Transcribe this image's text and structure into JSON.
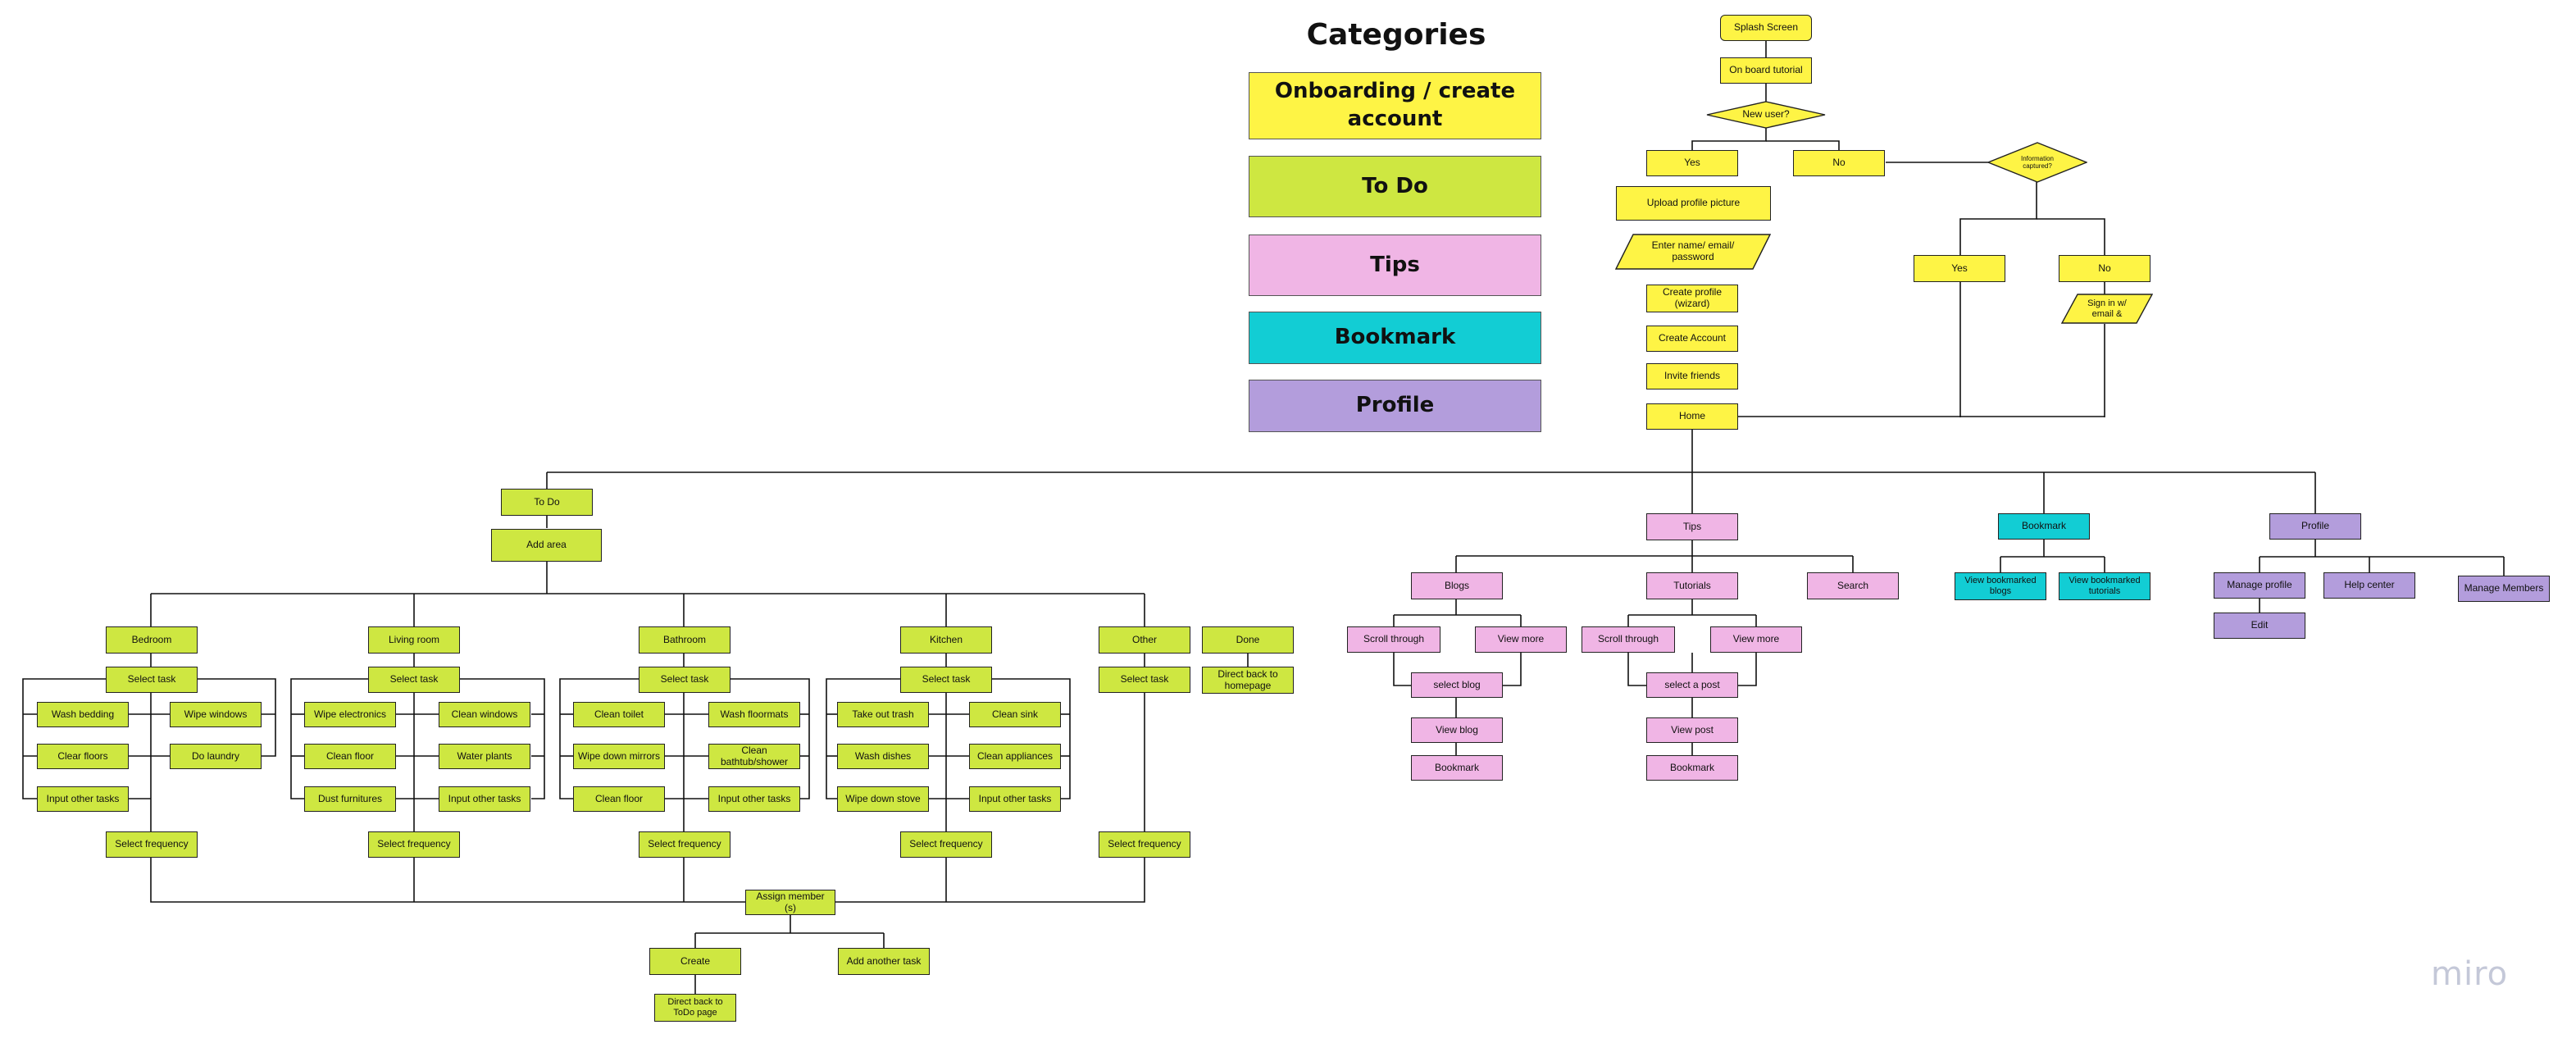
{
  "legend": {
    "title": "Categories",
    "onboarding": "Onboarding / create account",
    "todo": "To Do",
    "tips": "Tips",
    "bookmark": "Bookmark",
    "profile": "Profile"
  },
  "colors": {
    "onboarding": "#fef445",
    "todo": "#cee741",
    "tips": "#f0b5e5",
    "bookmark": "#12cdd4",
    "profile": "#b39ddc"
  },
  "onboarding": {
    "splash": "Splash Screen",
    "tutorial": "On board tutorial",
    "new_user": "New user?",
    "yes": "Yes",
    "no": "No",
    "info_captured": "Information captured?",
    "upload_picture": "Upload profile picture",
    "enter_details": "Enter name/ email/ password",
    "create_profile": "Create profile (wizard)",
    "create_account": "Create Account",
    "invite_friends": "Invite friends",
    "home": "Home",
    "info_yes": "Yes",
    "info_no": "No",
    "sign_in": "Sign in w/ email &"
  },
  "todo": {
    "root": "To Do",
    "add_area": "Add area",
    "areas": {
      "bedroom": "Bedroom",
      "living_room": "Living room",
      "bathroom": "Bathroom",
      "kitchen": "Kitchen",
      "other": "Other",
      "done": "Done"
    },
    "select_task": "Select task",
    "select_frequency": "Select frequency",
    "direct_home": "Direct back to homepage",
    "bedroom_tasks": [
      "Wash bedding",
      "Wipe windows",
      "Clear floors",
      "Do laundry",
      "Input other tasks"
    ],
    "living_tasks": [
      "Wipe electronics",
      "Clean windows",
      "Clean floor",
      "Water plants",
      "Dust furnitures",
      "Input other tasks"
    ],
    "bathroom_tasks": [
      "Clean toilet",
      "Wash floormats",
      "Wipe down mirrors",
      "Clean bathtub/shower",
      "Clean floor",
      "Input other tasks"
    ],
    "kitchen_tasks": [
      "Take out trash",
      "Clean sink",
      "Wash dishes",
      "Clean appliances",
      "Wipe down stove",
      "Input other tasks"
    ],
    "assign_member": "Assign member (s)",
    "create": "Create",
    "add_another": "Add another task",
    "direct_todo": "Direct back to ToDo page"
  },
  "tips": {
    "root": "Tips",
    "blogs": "Blogs",
    "tutorials": "Tutorials",
    "search": "Search",
    "scroll_through": "Scroll through",
    "view_more": "View more",
    "select_blog": "select  blog",
    "view_blog": "View blog",
    "select_post": "select a post",
    "view_post": "View post",
    "bookmark": "Bookmark"
  },
  "bookmark": {
    "root": "Bookmark",
    "view_blogs": "View bookmarked blogs",
    "view_tutorials": "View bookmarked tutorials"
  },
  "profile": {
    "root": "Profile",
    "manage_profile": "Manage profile",
    "help_center": "Help center",
    "manage_members": "Manage Members",
    "edit": "Edit"
  },
  "watermark": "miro"
}
